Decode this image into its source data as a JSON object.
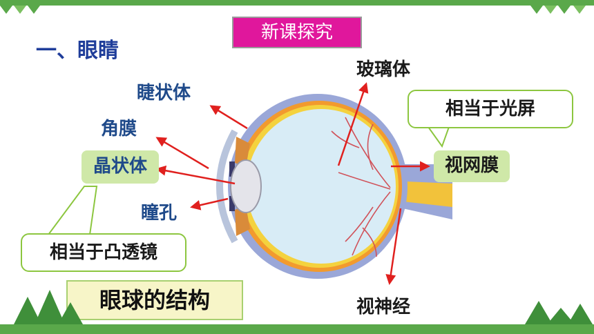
{
  "lesson_badge": "新课探究",
  "section_title": "一、眼睛",
  "labels": {
    "ciliary_body": "睫状体",
    "cornea": "角膜",
    "lens": "晶状体",
    "pupil": "瞳孔",
    "vitreous": "玻璃体",
    "retina": "视网膜",
    "optic_nerve": "视神经"
  },
  "callouts": {
    "lens_analogy": "相当于凸透镜",
    "retina_analogy": "相当于光屏"
  },
  "caption": "眼球的结构",
  "colors": {
    "accent_green": "#5aa84a",
    "badge_pink": "#e0179c",
    "label_blue": "#1f4a8a",
    "arrow_red": "#e0201e",
    "box_green": "#cfe8a8"
  }
}
